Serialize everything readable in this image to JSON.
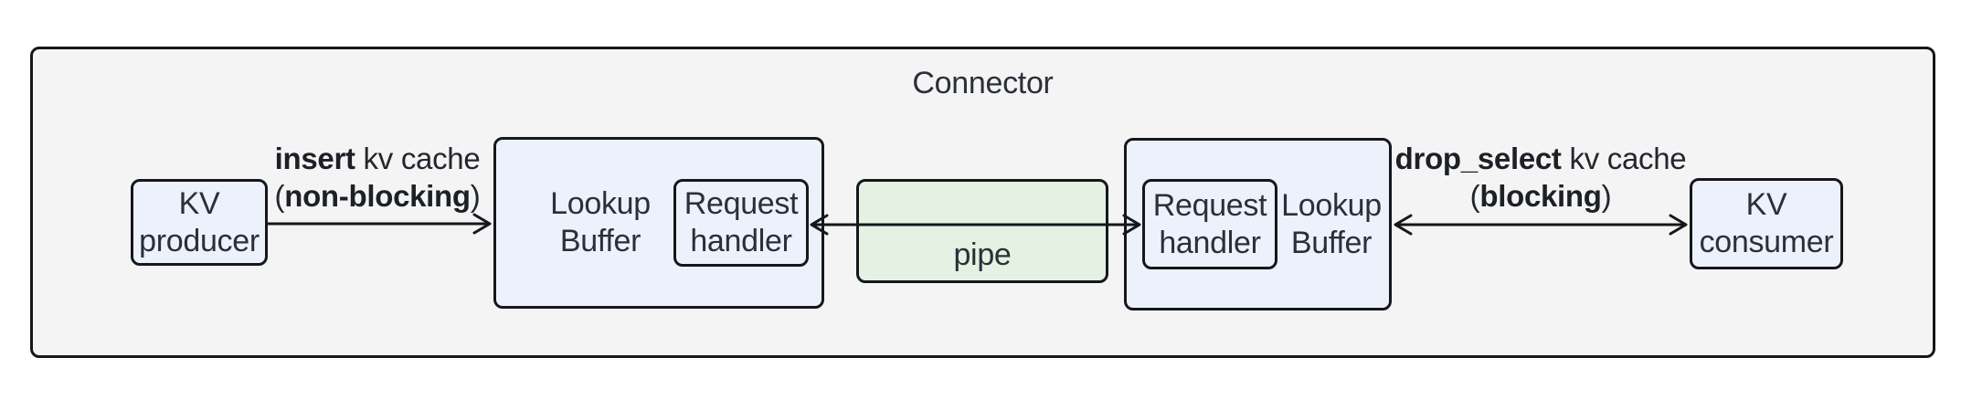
{
  "diagram": {
    "title": "Connector",
    "nodes": {
      "kv_producer": "KV producer",
      "lookup_buffer_left": "Lookup Buffer",
      "request_handler_left": "Request handler",
      "pipe": "pipe",
      "request_handler_right": "Request handler",
      "lookup_buffer_right": "Lookup Buffer",
      "kv_consumer": "KV consumer"
    },
    "edges": {
      "insert": {
        "verb": "insert",
        "object": " kv cache",
        "open": "(",
        "mode": "non-blocking",
        "close": ")",
        "direction": "one-way-right"
      },
      "drop_select": {
        "verb": "drop_select",
        "object": " kv cache",
        "open": "(",
        "mode": "blocking",
        "close": ")",
        "direction": "two-way"
      },
      "pipe_link": {
        "direction": "two-way"
      }
    },
    "colors": {
      "frame_fill": "#f4f4f4",
      "node_fill": "#edf1fb",
      "pipe_fill": "#e4f1e3",
      "border": "#15171c",
      "text": "#2b2f38"
    }
  }
}
